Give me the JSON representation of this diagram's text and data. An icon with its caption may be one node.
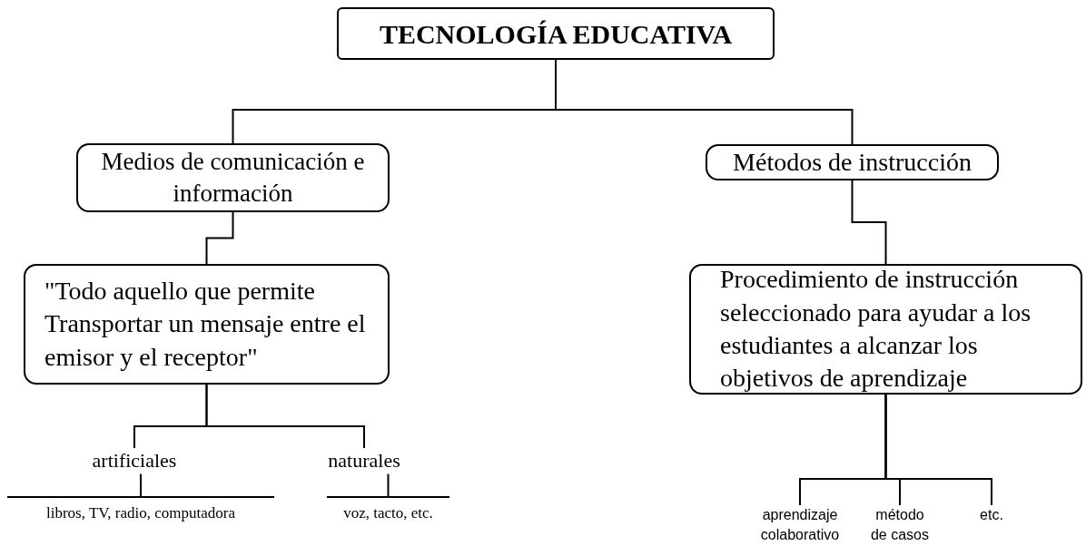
{
  "diagram": {
    "nodes": [
      {
        "text": [
          "TECNOLOGÍA EDUCATIVA"
        ]
      },
      {
        "text": [
          "Medios de comunicación e información"
        ]
      },
      {
        "text": [
          "Métodos de instrucción"
        ]
      },
      {
        "text": [
          "\"Todo aquello que permite Transportar un mensaje entre el emisor y el receptor\""
        ]
      },
      {
        "text": [
          "Procedimiento de instrucción seleccionado para ayudar a los estudiantes a alcanzar los objetivos de aprendizaje"
        ]
      },
      {
        "text": [
          "artificiales"
        ]
      },
      {
        "text": [
          "naturales"
        ]
      },
      {
        "text": [
          "libros, TV, radio, computadora"
        ]
      },
      {
        "text": [
          "voz, tacto, etc."
        ]
      },
      {
        "text": [
          "aprendizaje colaborativo"
        ]
      },
      {
        "text": [
          "método de casos"
        ]
      },
      {
        "text": [
          "etc."
        ]
      }
    ],
    "edges": [
      {
        "from": 0,
        "to": 1,
        "arrow": "none"
      },
      {
        "from": 0,
        "to": 2,
        "arrow": "none"
      },
      {
        "from": 1,
        "to": 3,
        "arrow": "none"
      },
      {
        "from": 2,
        "to": 4,
        "arrow": "none"
      },
      {
        "from": 3,
        "to": 5,
        "arrow": "none"
      },
      {
        "from": 3,
        "to": 6,
        "arrow": "none"
      },
      {
        "from": 5,
        "to": 7,
        "arrow": "none"
      },
      {
        "from": 6,
        "to": 8,
        "arrow": "none"
      },
      {
        "from": 4,
        "to": 9,
        "arrow": "none"
      },
      {
        "from": 4,
        "to": 10,
        "arrow": "none"
      },
      {
        "from": 4,
        "to": 11,
        "arrow": "none"
      }
    ]
  }
}
